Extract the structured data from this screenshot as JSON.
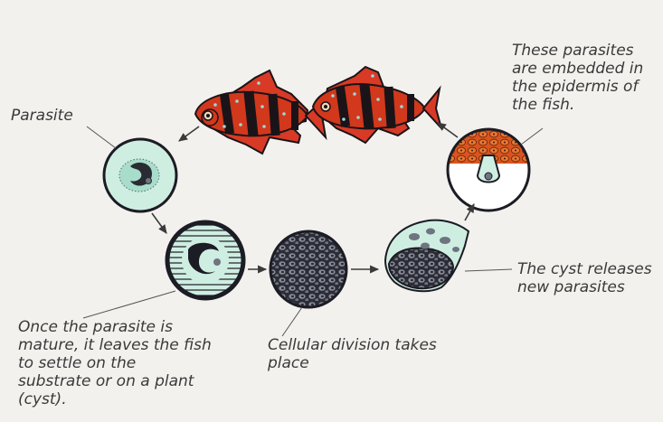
{
  "labels": {
    "parasite": "Parasite",
    "embedded": "These parasites\nare embedded in\nthe epidermis of\nthe fish.",
    "mature": "Once the parasite is\nmature, it leaves the fish\nto settle on the\nsubstrate or on a plant\n(cyst).",
    "division": "Cellular division takes\nplace",
    "release": "The cyst releases\nnew parasites"
  },
  "colors": {
    "background": "#f3f1ee",
    "fish_body": "#d2381c",
    "fish_band": "#1a1418",
    "fish_fin": "#d83a26",
    "cyst_dark": "#2a2a32",
    "pale_cyan": "#cfeee2",
    "tissue_orange": "#d9541f"
  }
}
